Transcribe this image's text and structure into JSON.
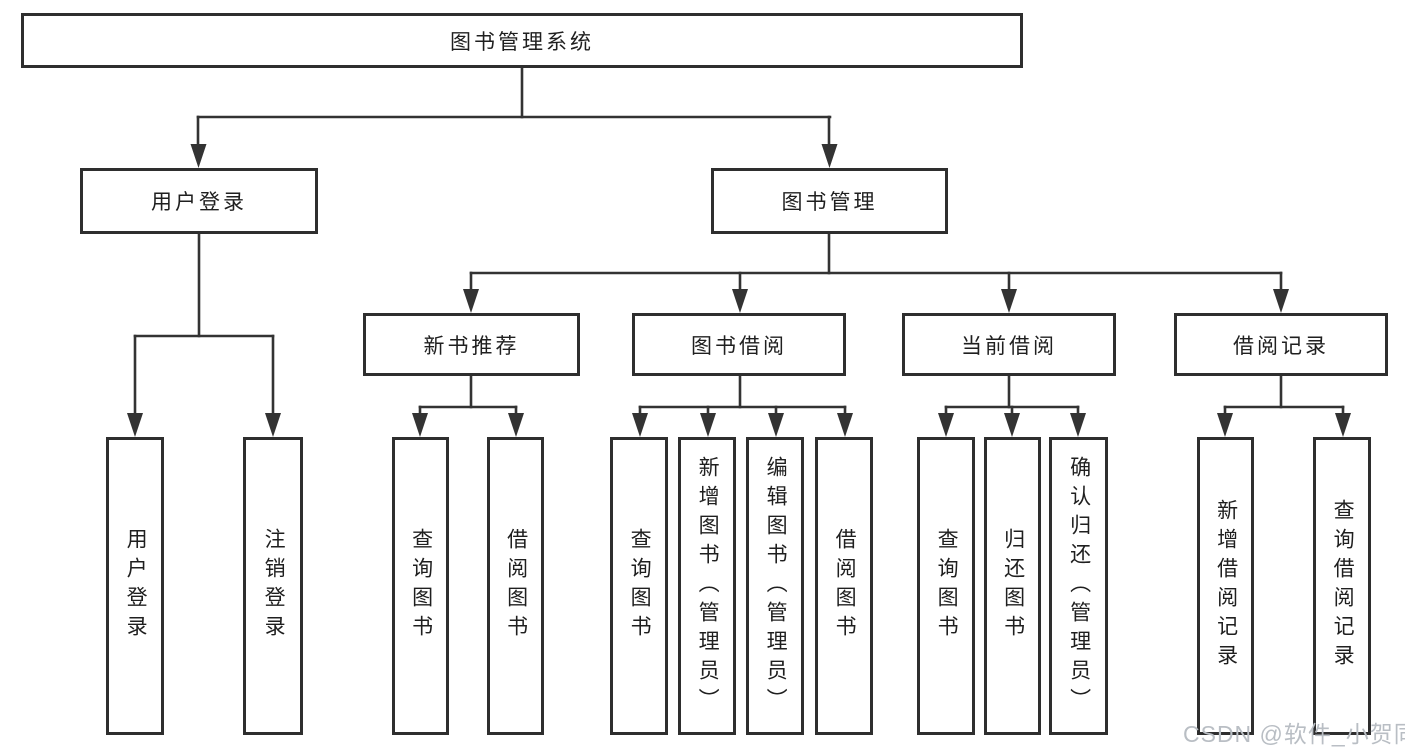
{
  "diagram": {
    "title": "图书管理系统",
    "branches": {
      "user_login": {
        "label": "用户登录",
        "children": [
          "用户登录",
          "注销登录"
        ]
      },
      "book_mgmt": {
        "label": "图书管理",
        "modules": [
          {
            "label": "新书推荐",
            "children": [
              "查询图书",
              "借阅图书"
            ]
          },
          {
            "label": "图书借阅",
            "children": [
              "查询图书",
              "新增图书（管理员）",
              "编辑图书（管理员）",
              "借阅图书"
            ]
          },
          {
            "label": "当前借阅",
            "children": [
              "查询图书",
              "归还图书",
              "确认归还（管理员）"
            ]
          },
          {
            "label": "借阅记录",
            "children": [
              "新增借阅记录",
              "查询借阅记录"
            ]
          }
        ]
      }
    }
  },
  "watermark": "CSDN @软件_小贺同学",
  "colors": {
    "line": "#333333",
    "box_border": "#2e2e2e",
    "box_fill": "#ffffff",
    "text": "#1f1f1f",
    "watermark": "#b9bec4"
  }
}
